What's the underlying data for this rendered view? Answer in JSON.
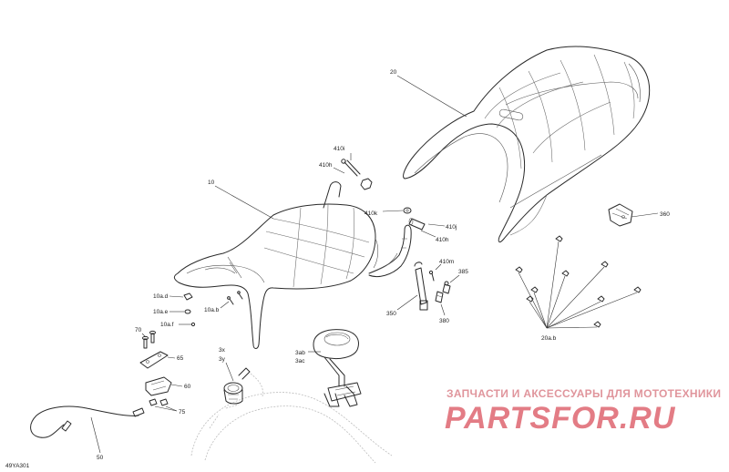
{
  "drawing_code": "49YA301",
  "watermark": {
    "tagline": "ЗАПЧАСТИ И АКСЕССУАРЫ ДЛЯ МОТОТЕХНИКИ",
    "brand": "PARTSFOR.RU"
  },
  "callouts": {
    "c20": "20",
    "c10": "10",
    "c410i": "410i",
    "c410h_top": "410h",
    "c410k": "410k",
    "c410j": "410j",
    "c410h_right": "410h",
    "c410m": "410m",
    "c385": "385",
    "c380": "380",
    "c350": "350",
    "c360": "360",
    "c20ab": "20a.b",
    "c10ad": "10a.d",
    "c10ae": "10a.e",
    "c10ab": "10a.b",
    "c10af": "10a.f",
    "c70": "70",
    "c65": "65",
    "c60": "60",
    "c75": "75",
    "c50": "50",
    "c3x": "3x",
    "c3y": "3y",
    "c3ab": "3ab",
    "c3ac": "3ac"
  }
}
